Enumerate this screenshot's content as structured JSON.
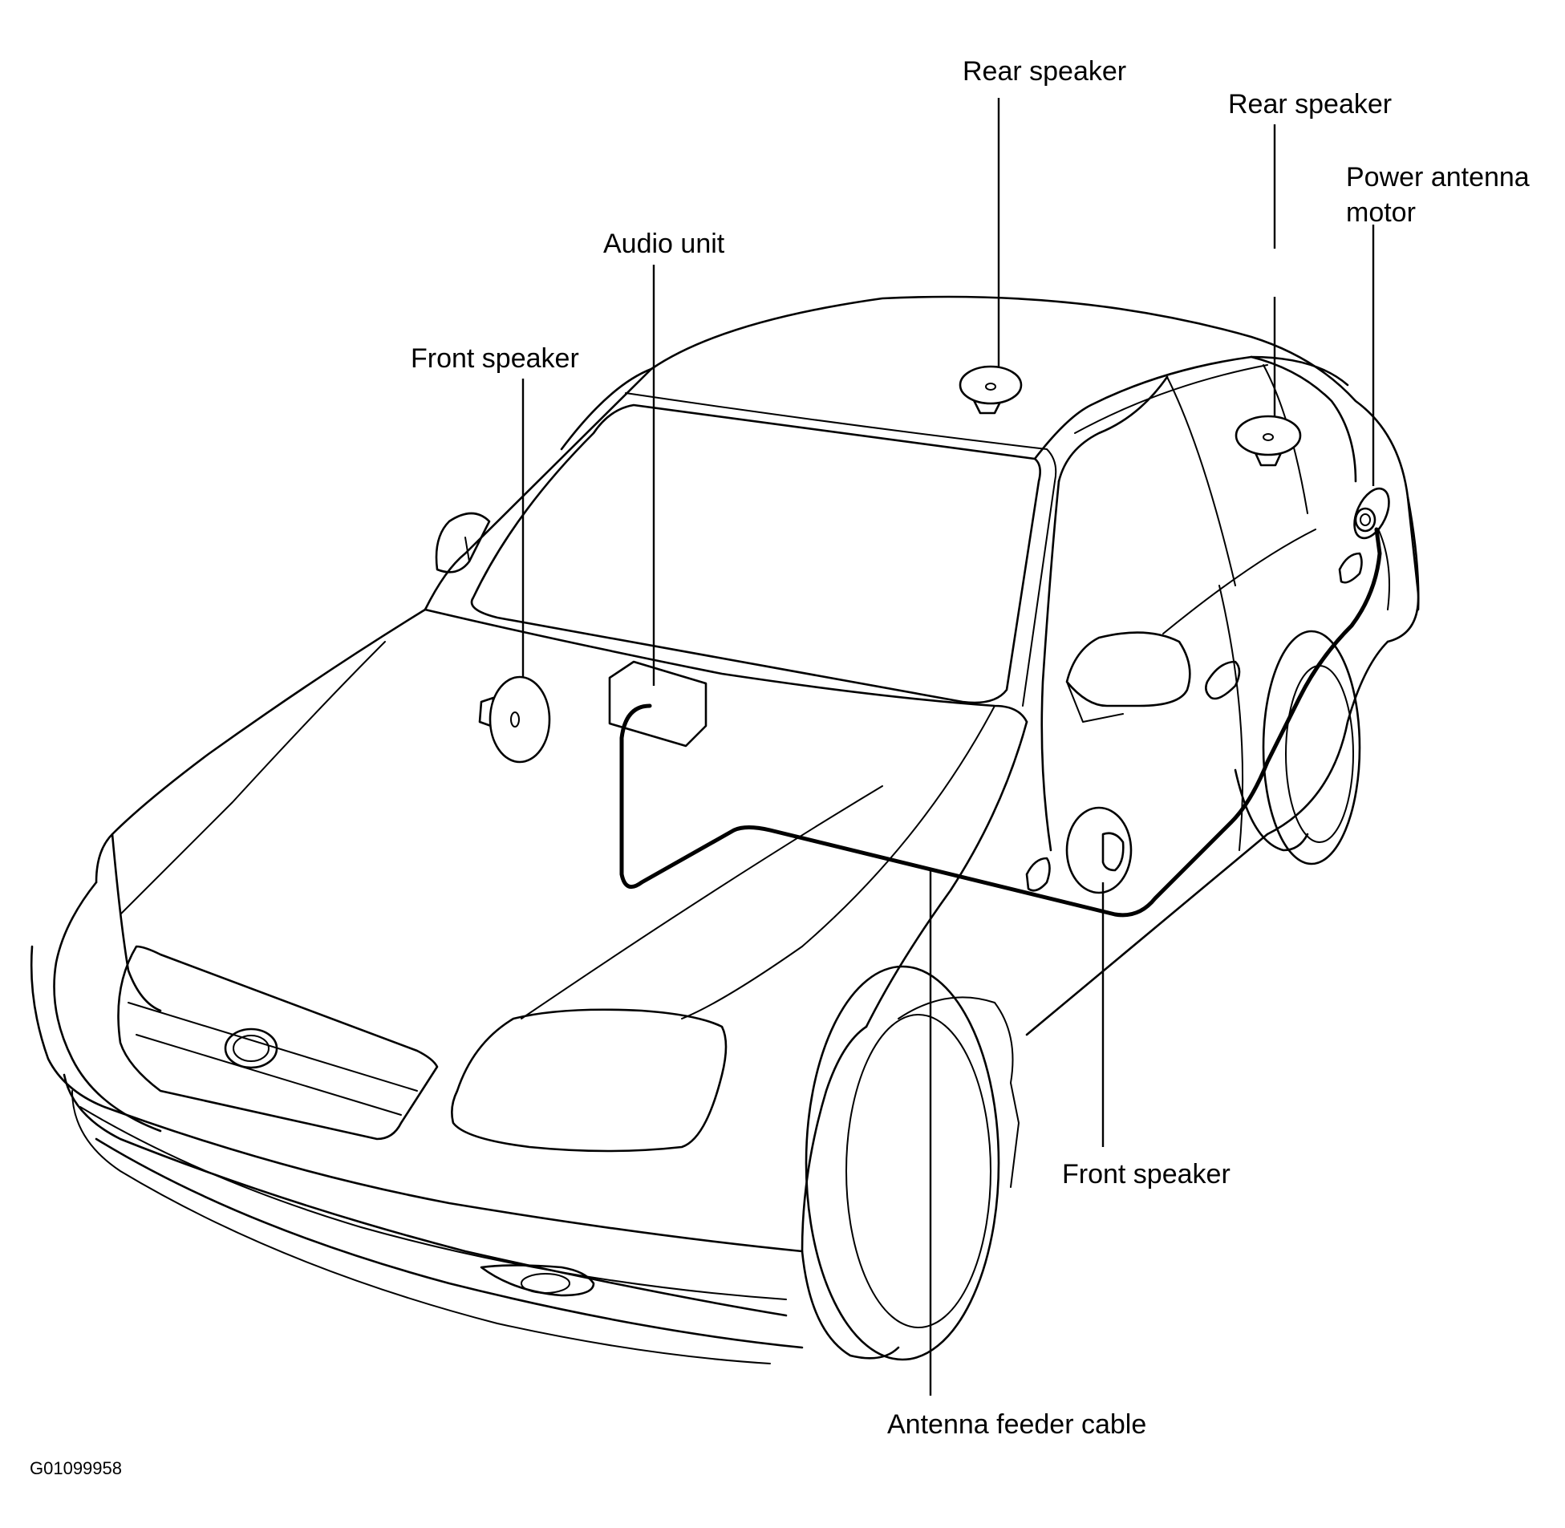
{
  "diagram": {
    "labels": {
      "rear_speaker_center": "Rear speaker",
      "rear_speaker_right": "Rear speaker",
      "power_antenna_motor_line1": "Power antenna",
      "power_antenna_motor_line2": "motor",
      "audio_unit": "Audio unit",
      "front_speaker_left": "Front speaker",
      "front_speaker_right": "Front speaker",
      "antenna_feeder_cable": "Antenna feeder cable"
    },
    "figure_code": "G01099958"
  }
}
